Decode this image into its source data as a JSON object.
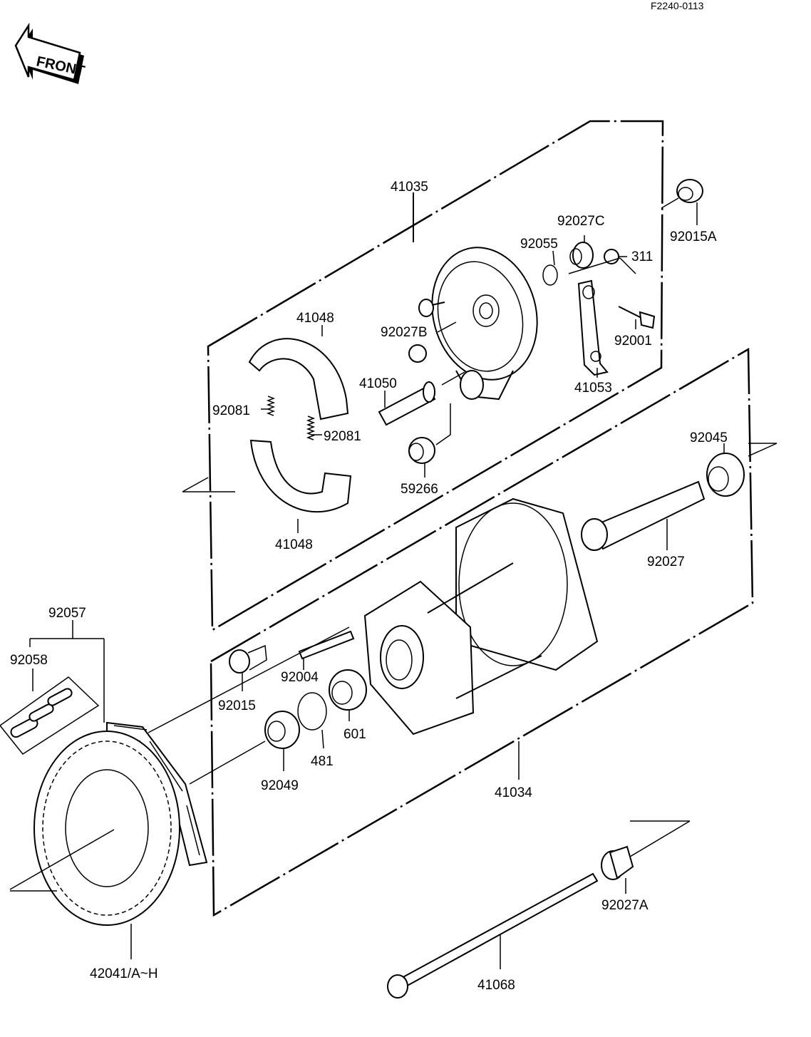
{
  "diagram_code": "F2240-0113",
  "front_label": "FRONT",
  "parts": {
    "p41035": "41035",
    "p92015A": "92015A",
    "p92027C": "92027C",
    "p92055": "92055",
    "p311": "311",
    "p41048_top": "41048",
    "p92027B": "92027B",
    "p92001": "92001",
    "p41050": "41050",
    "p41053": "41053",
    "p92081_left": "92081",
    "p92081_right": "92081",
    "p92045": "92045",
    "p59266": "59266",
    "p41048_bottom": "41048",
    "p92027": "92027",
    "p92057": "92057",
    "p92058": "92058",
    "p92004": "92004",
    "p92015": "92015",
    "p601": "601",
    "p481": "481",
    "p92049": "92049",
    "p41034": "41034",
    "p92027A": "92027A",
    "p42041": "42041/A~H",
    "p41068": "41068"
  }
}
